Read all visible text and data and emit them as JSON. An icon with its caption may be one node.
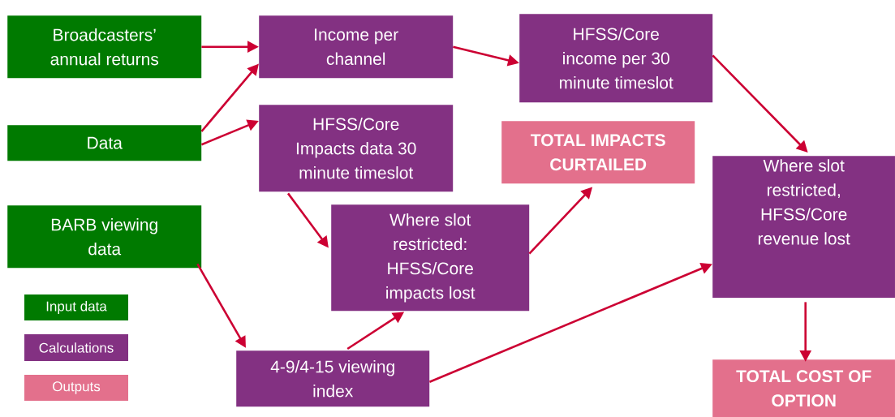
{
  "diagram": {
    "nodes": [
      {
        "text": [
          "Broadcasters’ annual returns"
        ]
      },
      {
        "text": [
          "Data"
        ]
      },
      {
        "text": [
          "BARB viewing data"
        ]
      },
      {
        "text": [
          "Income per channel"
        ]
      },
      {
        "text": [
          "HFSS/Core Impacts data 30 minute timeslot"
        ]
      },
      {
        "text": [
          "HFSS/Core income per 30 minute timeslot"
        ]
      },
      {
        "text": [
          "TOTAL IMPACTS CURTAILED"
        ]
      },
      {
        "text": [
          "Where slot restricted: HFSS/Core impacts lost"
        ]
      },
      {
        "text": [
          "Where slot restricted, HFSS/Core revenue lost"
        ]
      },
      {
        "text": [
          "4-9/4-15 viewing index"
        ]
      },
      {
        "text": [
          "TOTAL COST OF OPTION"
        ]
      }
    ],
    "edges": [
      {
        "from": 0,
        "to": 3,
        "arrow": "to"
      },
      {
        "from": 1,
        "to": 3,
        "arrow": "to"
      },
      {
        "from": 1,
        "to": 4,
        "arrow": "to"
      },
      {
        "from": 3,
        "to": 5,
        "arrow": "to"
      },
      {
        "from": 5,
        "to": 8,
        "arrow": "to"
      },
      {
        "from": 4,
        "to": 7,
        "arrow": "to"
      },
      {
        "from": 2,
        "to": 9,
        "arrow": "to"
      },
      {
        "from": 9,
        "to": 7,
        "arrow": "to"
      },
      {
        "from": 9,
        "to": 8,
        "arrow": "to"
      },
      {
        "from": 7,
        "to": 6,
        "arrow": "to"
      },
      {
        "from": 8,
        "to": 10,
        "arrow": "to"
      }
    ],
    "legend": [
      {
        "text": "Input data",
        "color": "#007a00"
      },
      {
        "text": "Calculations",
        "color": "#833182"
      },
      {
        "text": "Outputs",
        "color": "#e3708c"
      }
    ]
  }
}
